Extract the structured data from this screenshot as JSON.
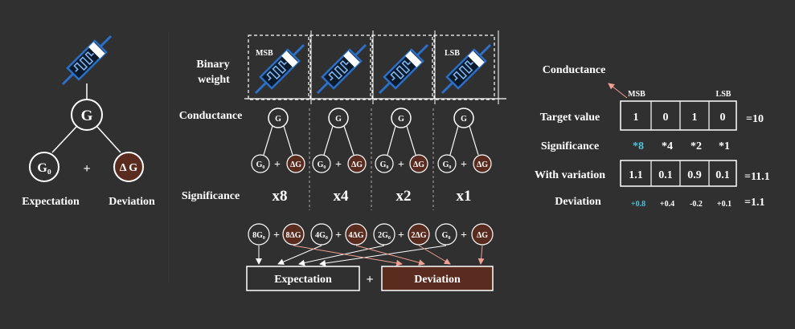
{
  "colors": {
    "background": "#303030",
    "deviation_fill": "#5a2b1f",
    "highlight_cyan": "#4fc3d9",
    "arrow_pink": "#f0a090"
  },
  "left_panel": {
    "icon": "memristor-icon",
    "root_label": "G",
    "expectation_node": "G₀",
    "deviation_node": "Δ G",
    "plus": "+",
    "expectation_label": "Expectation",
    "deviation_label": "Deviation"
  },
  "middle_panel": {
    "binary_weight_label_1": "Binary",
    "binary_weight_label_2": "weight",
    "msb_label": "MSB",
    "lsb_label": "LSB",
    "conductance_label": "Conductance",
    "significance_label": "Significance",
    "node_label": "G",
    "child_expectation": "G₀",
    "child_deviation": "ΔG",
    "plus": "+",
    "multipliers": [
      "x8",
      "x4",
      "x2",
      "x1"
    ],
    "scaled_expectation": [
      "8G₀",
      "4G₀",
      "2G₀",
      "G₀"
    ],
    "scaled_deviation": [
      "8ΔG",
      "4ΔG",
      "2ΔG",
      "ΔG"
    ],
    "expectation_box": "Expectation",
    "deviation_box": "Deviation",
    "box_plus": "+"
  },
  "right_panel": {
    "conductance_label": "Conductance",
    "msb_label": "MSB",
    "lsb_label": "LSB",
    "target_label": "Target value",
    "target_values": [
      "1",
      "0",
      "1",
      "0"
    ],
    "target_result": "=10",
    "significance_label": "Significance",
    "significance_values": [
      "*8",
      "*4",
      "*2",
      "*1"
    ],
    "variation_label": "With variation",
    "variation_values": [
      "1.1",
      "0.1",
      "0.9",
      "0.1"
    ],
    "variation_result": "=11.1",
    "deviation_label": "Deviation",
    "deviation_values": [
      "+0.8",
      "+0.4",
      "-0.2",
      "+0.1"
    ],
    "deviation_result": "=1.1"
  }
}
